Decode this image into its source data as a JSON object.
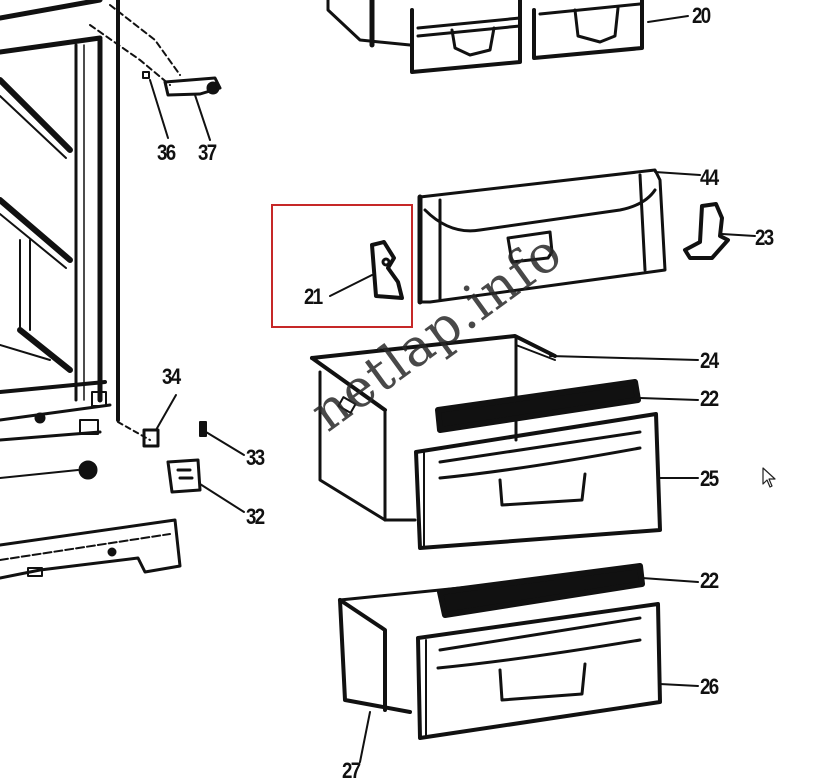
{
  "diagram": {
    "type": "exploded-parts-diagram",
    "subject": "refrigerator drawers and crisper assembly",
    "line_color": "#111111",
    "background": "#ffffff",
    "highlight_color": "#c62828",
    "highlighted_part": "21"
  },
  "callouts": [
    {
      "id": "20",
      "label": "20"
    },
    {
      "id": "36",
      "label": "36"
    },
    {
      "id": "37",
      "label": "37"
    },
    {
      "id": "44",
      "label": "44"
    },
    {
      "id": "23",
      "label": "23"
    },
    {
      "id": "21",
      "label": "21"
    },
    {
      "id": "24",
      "label": "24"
    },
    {
      "id": "22a",
      "label": "22"
    },
    {
      "id": "25",
      "label": "25"
    },
    {
      "id": "34",
      "label": "34"
    },
    {
      "id": "33",
      "label": "33"
    },
    {
      "id": "32",
      "label": "32"
    },
    {
      "id": "22b",
      "label": "22"
    },
    {
      "id": "26",
      "label": "26"
    },
    {
      "id": "27",
      "label": "27"
    }
  ],
  "watermark": {
    "text": "netlap.info"
  },
  "cursor": {
    "icon": "mouse-pointer-icon"
  }
}
